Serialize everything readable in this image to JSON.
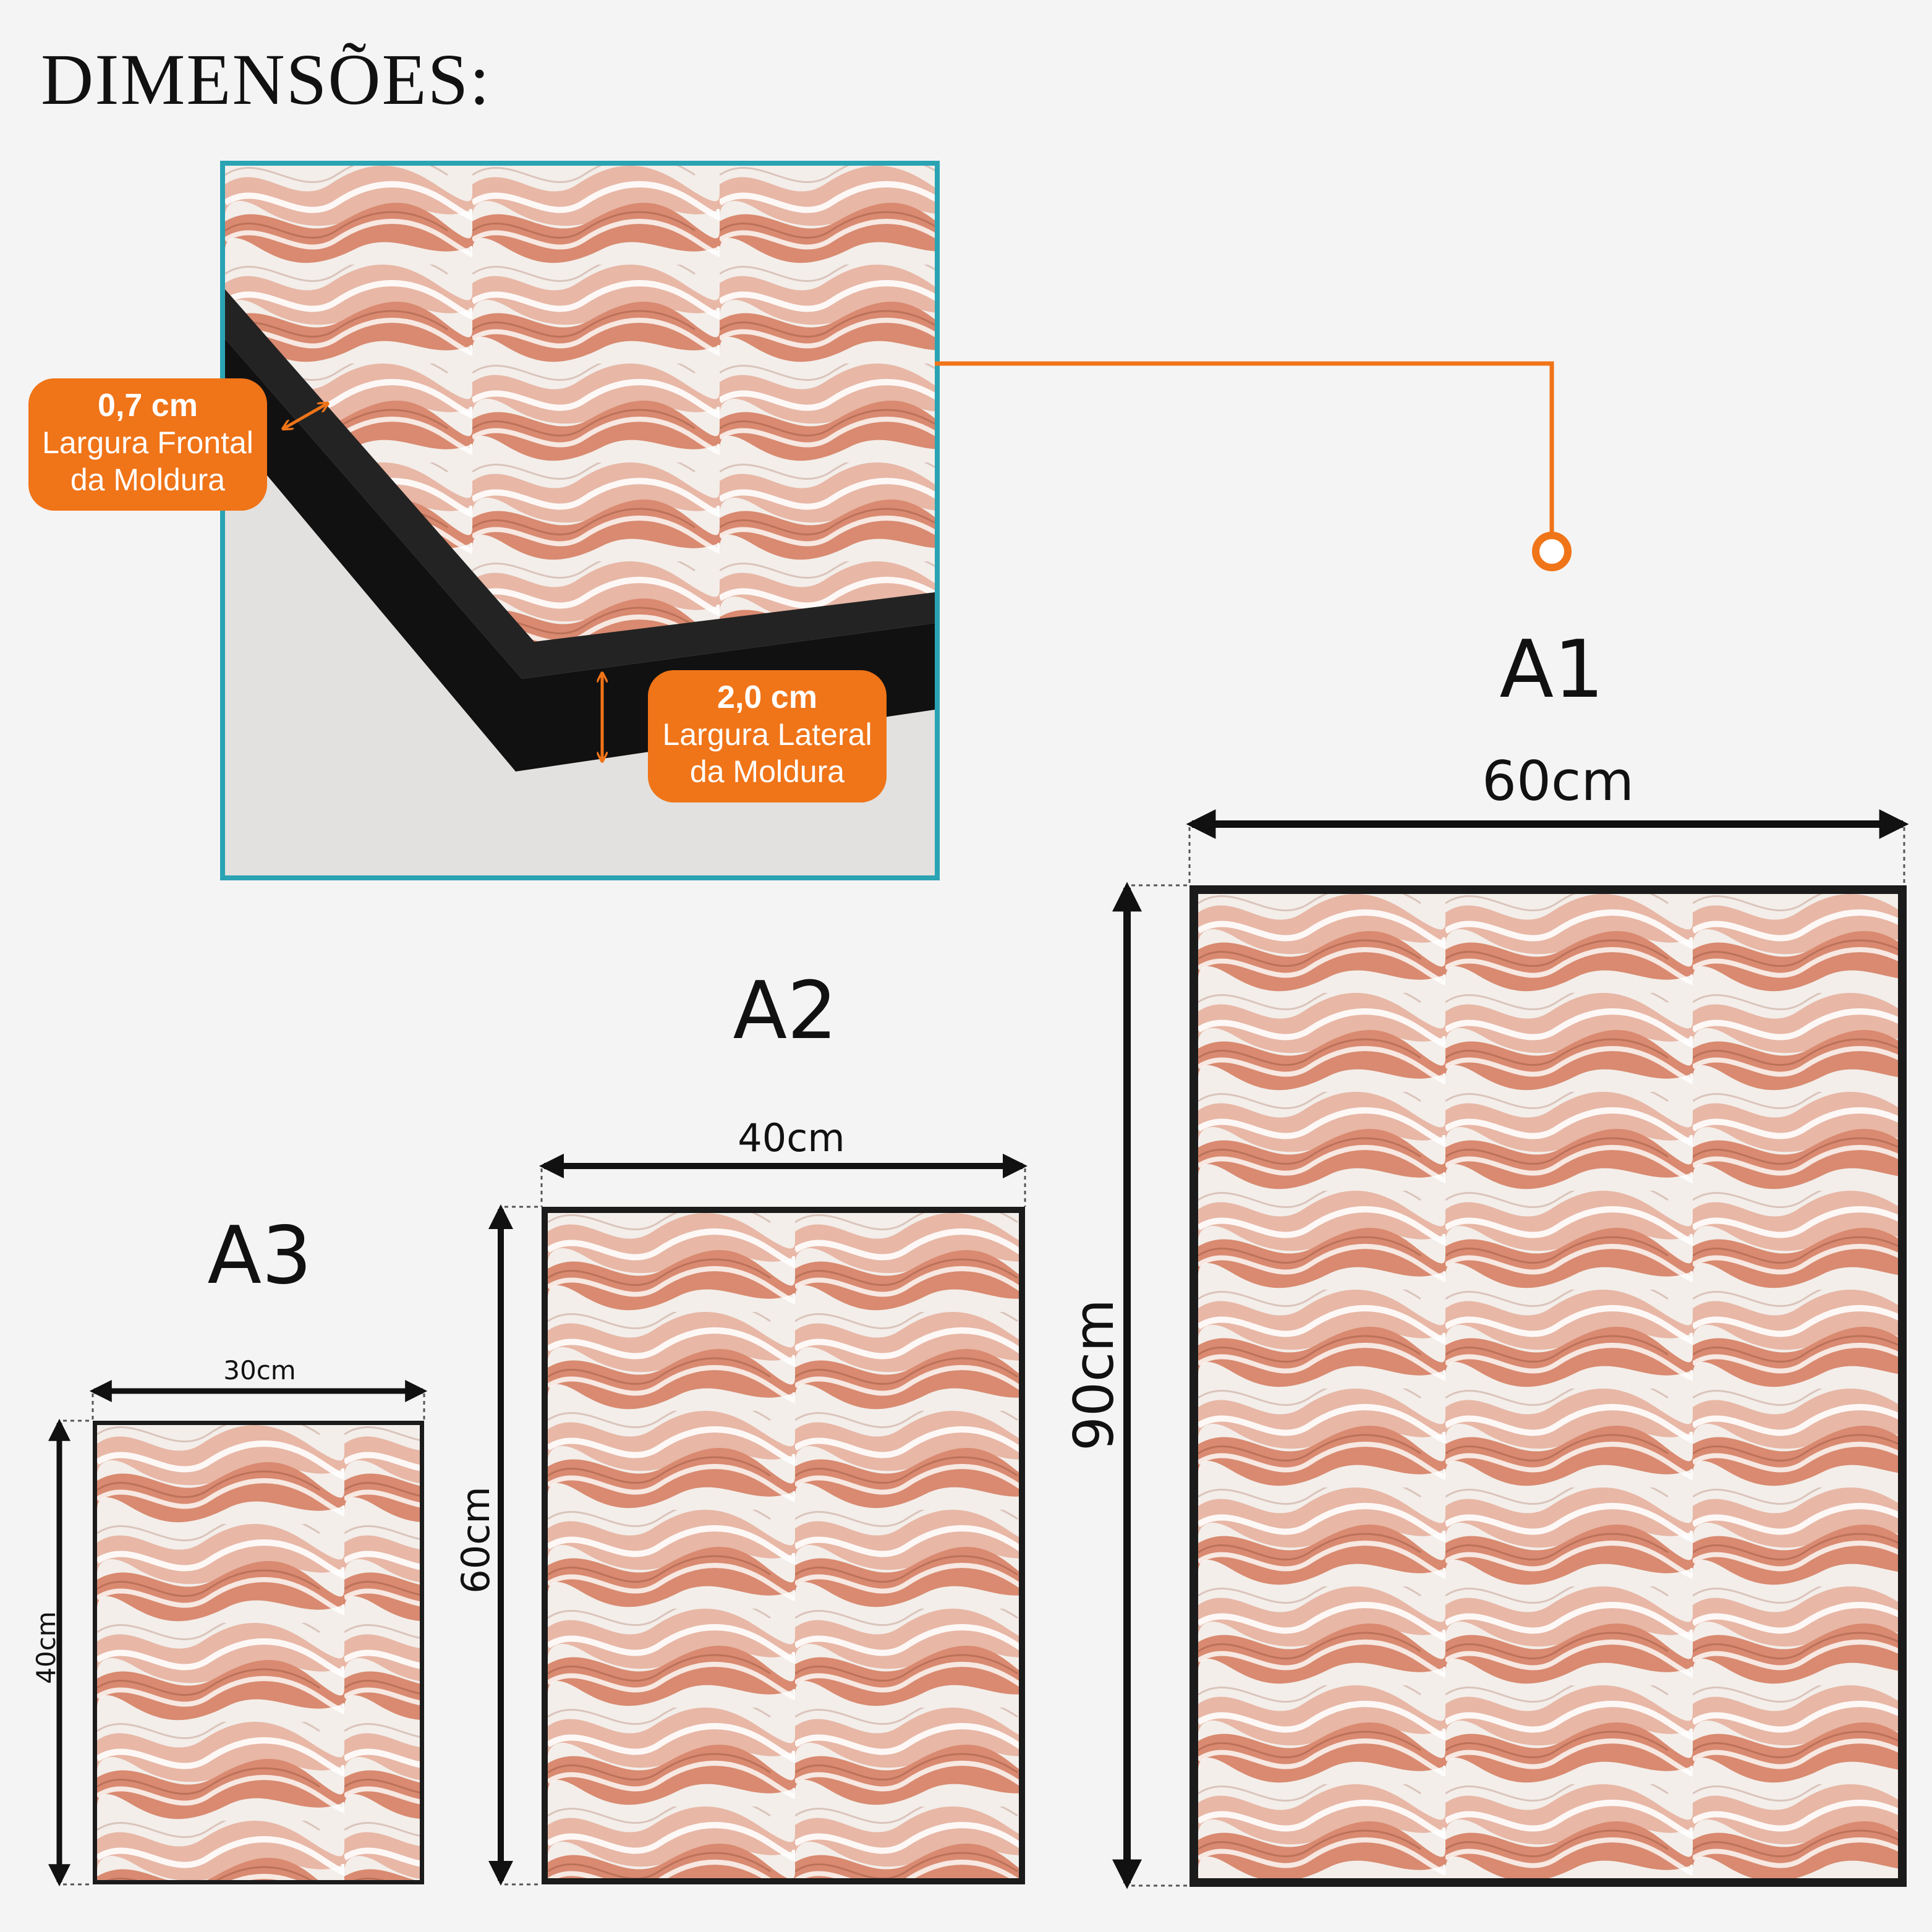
{
  "title": "DIMENSÕES:",
  "detail": {
    "front_badge": {
      "value": "0,7 cm",
      "line1": "Largura Frontal",
      "line2": "da Moldura"
    },
    "side_badge": {
      "value": "2,0 cm",
      "line1": "Largura Lateral",
      "line2": "da Moldura"
    }
  },
  "colors": {
    "accent": "#f07418",
    "detail_border": "#2aa3b3",
    "frame": "#1b1b1b",
    "background": "#f4f4f4"
  },
  "sizes": [
    {
      "name": "A3",
      "width": "30cm",
      "height": "40cm"
    },
    {
      "name": "A2",
      "width": "40cm",
      "height": "60cm"
    },
    {
      "name": "A1",
      "width": "60cm",
      "height": "90cm"
    }
  ]
}
